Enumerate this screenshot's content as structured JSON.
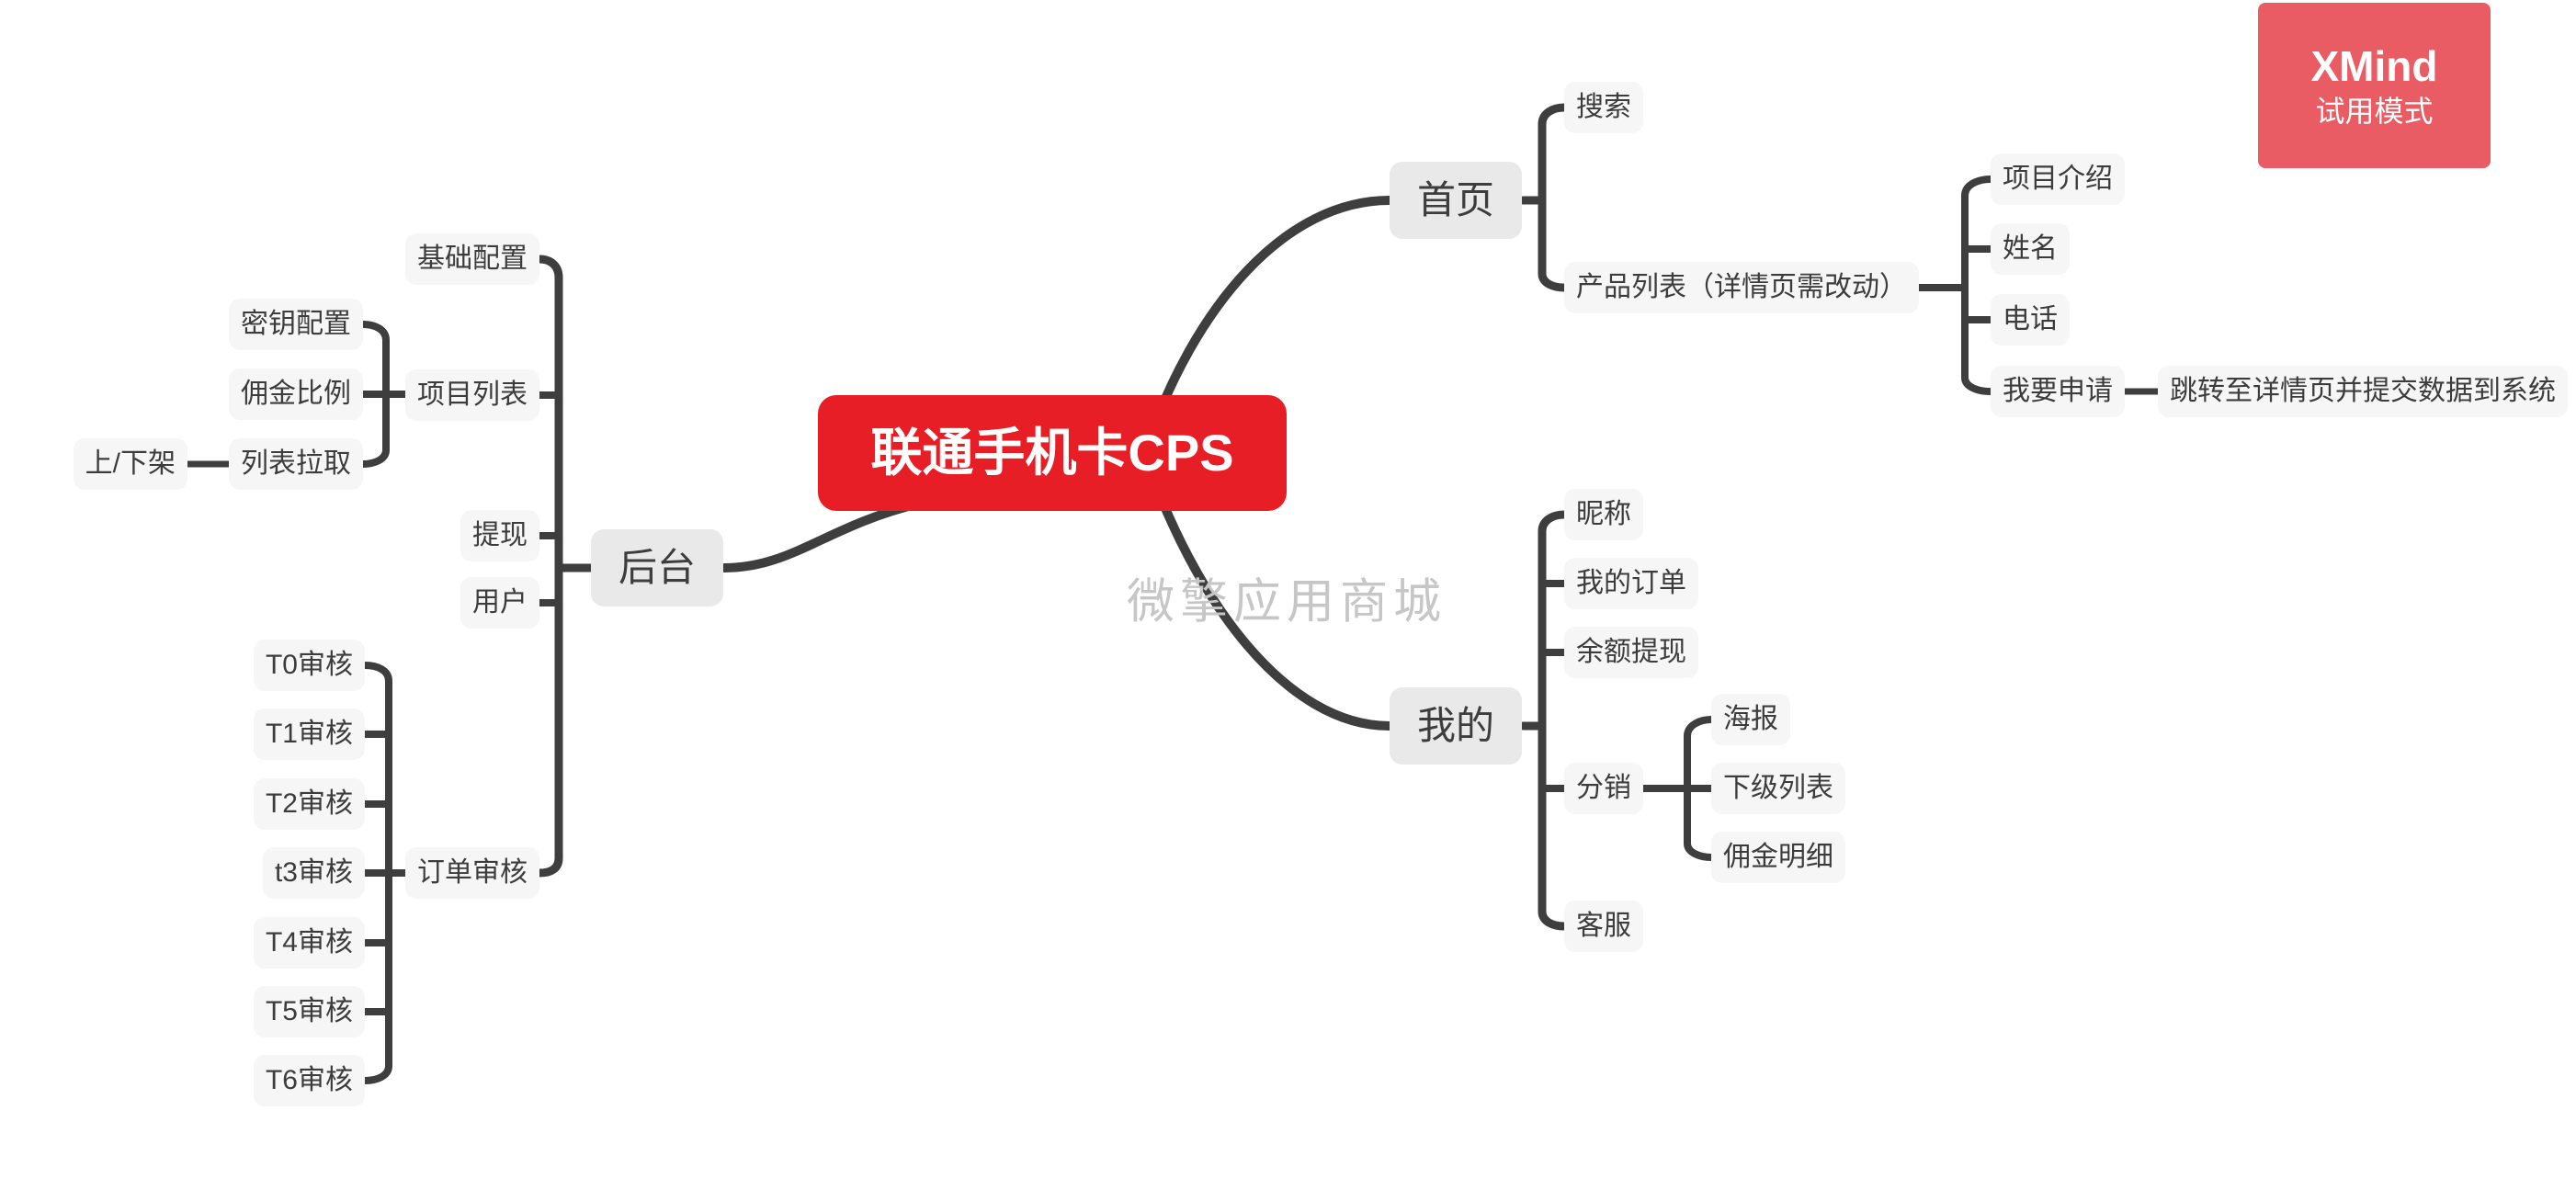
{
  "app": "XMind mind map canvas",
  "badge": {
    "title": "XMind",
    "subtitle": "试用模式",
    "color": "#e95c64"
  },
  "watermark": "微擎应用商城",
  "root": {
    "label": "联通手机卡CPS",
    "color": "#e81e26"
  },
  "line_color": "#3e3e3e",
  "branches": {
    "backend": {
      "label": "后台",
      "children": [
        {
          "label": "基础配置"
        },
        {
          "label": "项目列表",
          "children": [
            {
              "label": "密钥配置"
            },
            {
              "label": "佣金比例"
            },
            {
              "label": "列表拉取",
              "children": [
                {
                  "label": "上/下架"
                }
              ]
            }
          ]
        },
        {
          "label": "提现"
        },
        {
          "label": "用户"
        },
        {
          "label": "订单审核",
          "children": [
            {
              "label": "T0审核"
            },
            {
              "label": "T1审核"
            },
            {
              "label": "T2审核"
            },
            {
              "label": "t3审核"
            },
            {
              "label": "T4审核"
            },
            {
              "label": "T5审核"
            },
            {
              "label": "T6审核"
            }
          ]
        }
      ]
    },
    "home": {
      "label": "首页",
      "children": [
        {
          "label": "搜索"
        },
        {
          "label": "产品列表（详情页需改动）",
          "children": [
            {
              "label": "项目介绍"
            },
            {
              "label": "姓名"
            },
            {
              "label": "电话"
            },
            {
              "label": "我要申请",
              "children": [
                {
                  "label": "跳转至详情页并提交数据到系统"
                }
              ]
            }
          ]
        }
      ]
    },
    "mine": {
      "label": "我的",
      "children": [
        {
          "label": "昵称"
        },
        {
          "label": "我的订单"
        },
        {
          "label": "余额提现"
        },
        {
          "label": "分销",
          "children": [
            {
              "label": "海报"
            },
            {
              "label": "下级列表"
            },
            {
              "label": "佣金明细"
            }
          ]
        },
        {
          "label": "客服"
        }
      ]
    }
  }
}
